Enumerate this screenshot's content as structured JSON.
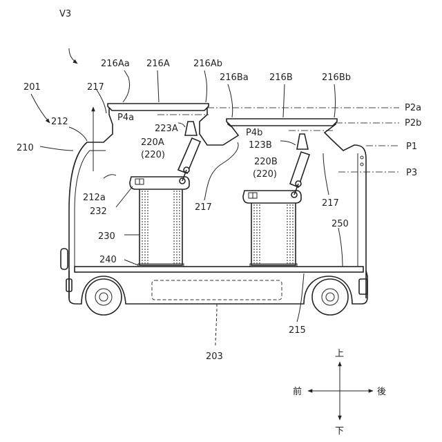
{
  "labels": {
    "figure_ref": "V3",
    "vehicle": "201",
    "roof_front": "212",
    "body": "210",
    "roof_edge": "212a",
    "connector_217_top": "217",
    "connector_217_mid": "217",
    "connector_217_right": "217",
    "pad_216A": "216A",
    "pad_216Aa": "216Aa",
    "pad_216Ab": "216Ab",
    "pad_216B": "216B",
    "pad_216Ba": "216Ba",
    "pad_216Bb": "216Bb",
    "point_P4a": "P4a",
    "point_P4b": "P4b",
    "arm_223A": "223A",
    "arm_123B": "123B",
    "unit_220A": "220A",
    "unit_220A_group": "(220)",
    "unit_220B": "220B",
    "unit_220B_group": "(220)",
    "seat_232": "232",
    "column_230": "230",
    "base_240": "240",
    "floor_250": "250",
    "floor_215": "215",
    "battery_203": "203",
    "plane_P2a": "P2a",
    "plane_P2b": "P2b",
    "plane_P1": "P1",
    "plane_P3": "P3"
  },
  "directions": {
    "up": "上",
    "down": "下",
    "front": "前",
    "rear": "後"
  }
}
